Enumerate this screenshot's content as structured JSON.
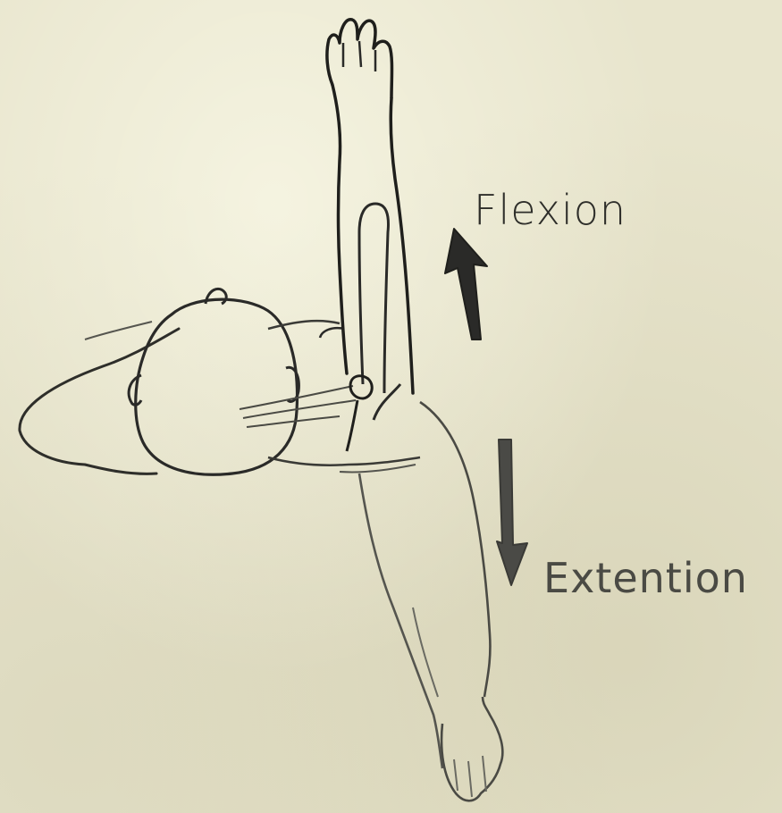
{
  "labels": {
    "flexion": "Flexion",
    "extention": "Extention"
  },
  "figure": {
    "subject": "top view of person lying on side with shoulder flexion and extension",
    "arrows": [
      {
        "name": "flexion-arrow",
        "direction": "up",
        "color": "#2a2a28"
      },
      {
        "name": "extention-arrow",
        "direction": "down",
        "color": "#4a4a46"
      }
    ]
  },
  "colors": {
    "paper": "#e8e5cd",
    "pencil_dark": "#2a2a28",
    "pencil_light": "#6a6a62"
  }
}
